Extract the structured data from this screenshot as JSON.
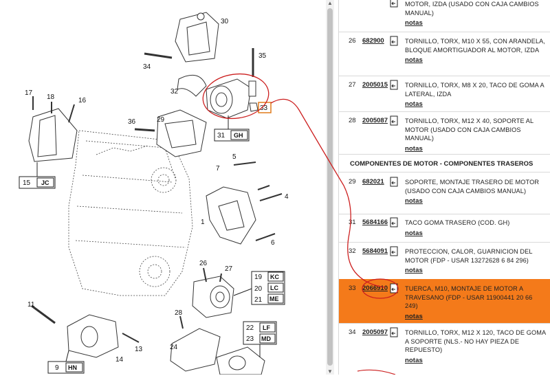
{
  "diagram": {
    "callouts": [
      "30",
      "35",
      "34",
      "32",
      "33",
      "17",
      "18",
      "16",
      "36",
      "29",
      "31",
      "GH",
      "5",
      "7",
      "4",
      "15",
      "JC",
      "1",
      "6",
      "26",
      "27",
      "19",
      "KC",
      "20",
      "LC",
      "21",
      "ME",
      "11",
      "28",
      "22",
      "LF",
      "23",
      "MD",
      "13",
      "14",
      "9",
      "HN",
      "24"
    ]
  },
  "parts": [
    {
      "num": "",
      "code": "",
      "desc": "MOTOR, IZDA (USADO CON CAJA CAMBIOS MANUAL)",
      "notas": "notas"
    },
    {
      "num": "26",
      "code": "682900",
      "desc": "TORNILLO, TORX, M10 X 55, CON ARANDELA, BLOQUE AMORTIGUADOR AL MOTOR, IZDA",
      "notas": "notas"
    },
    {
      "num": "27",
      "code": "2005015",
      "desc": "TORNILLO, TORX, M8 X 20, TACO DE GOMA A LATERAL, IZDA",
      "notas": "notas"
    },
    {
      "num": "28",
      "code": "2005087",
      "desc": "TORNILLO, TORX, M12 X 40, SOPORTE AL MOTOR (USADO CON CAJA CAMBIOS MANUAL)",
      "notas": "notas"
    },
    {
      "num": "29",
      "code": "682021",
      "desc": "SOPORTE, MONTAJE TRASERO DE MOTOR (USADO CON CAJA CAMBIOS MANUAL)",
      "notas": "notas"
    },
    {
      "num": "31",
      "code": "5684166",
      "desc": "TACO GOMA TRASERO (COD. GH)",
      "notas": "notas"
    },
    {
      "num": "32",
      "code": "5684091",
      "desc": "PROTECCION, CALOR, GUARNICION DEL MOTOR (FDP - USAR 13272628 6 84 296)",
      "notas": "notas"
    },
    {
      "num": "33",
      "code": "2066910",
      "desc": "TUERCA, M10, MONTAJE DE MOTOR A TRAVESANO (FDP - USAR 11900441 20 66 249)",
      "notas": "notas"
    },
    {
      "num": "34",
      "code": "2005097",
      "desc": "TORNILLO, TORX, M12 X 120, TACO DE GOMA A SOPORTE (NLS.- NO HAY PIEZA DE REPUESTO)",
      "notas": "notas"
    }
  ],
  "section_title": "COMPONENTES DE MOTOR - COMPONENTES TRASEROS",
  "colors": {
    "highlight": "#f47a1a",
    "annotation": "#cc1f1f"
  }
}
